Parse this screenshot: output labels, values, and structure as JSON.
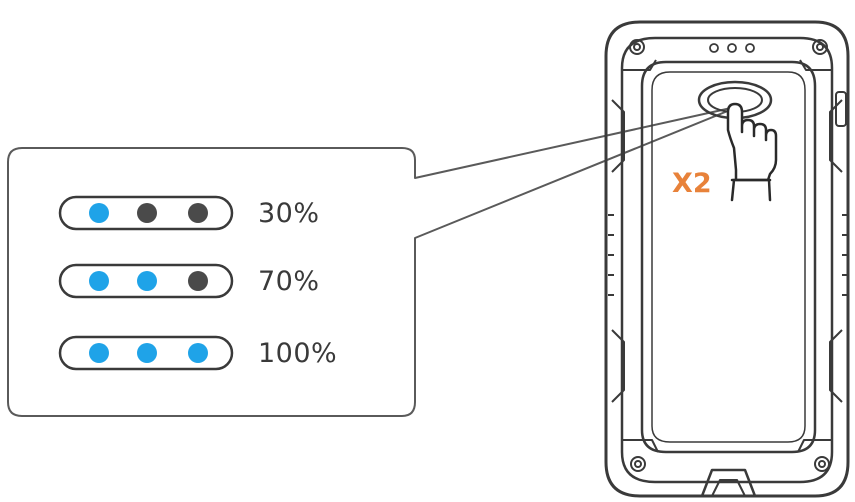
{
  "battery_levels": [
    {
      "label": "30%",
      "lit": 1,
      "of": 3
    },
    {
      "label": "70%",
      "lit": 2,
      "of": 3
    },
    {
      "label": "100%",
      "lit": 3,
      "of": 3
    }
  ],
  "press_count_label": "X2",
  "colors": {
    "lit": "#1fa3e8",
    "unlit": "#4a4a4a",
    "outline": "#3a3a3a",
    "accent": "#e8823a"
  },
  "icons": [
    "hand-press-icon",
    "power-bank-device"
  ]
}
